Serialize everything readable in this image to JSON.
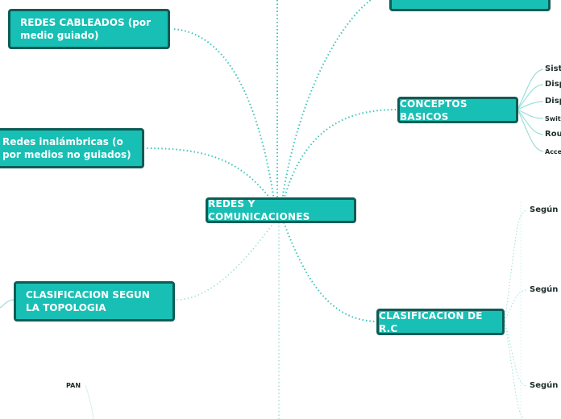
{
  "central": {
    "label": "REDES Y COMUNICACIONES"
  },
  "branches": {
    "wired": "REDES CABLEADOS (por medio guiado)",
    "wireless": "Redes inalámbricas (o por medios no guiados)",
    "topology": "CLASIFICACION SEGUN LA TOPOLOGIA",
    "basics": "CONCEPTOS BASICOS",
    "classification": "CLASIFICACION DE R.C"
  },
  "basics_items": [
    "Siste",
    "Disp",
    "Disp",
    "Swit",
    "Rou",
    "Acce"
  ],
  "classification_items": [
    "Según m",
    "Según e",
    "Según la"
  ],
  "topology_items": [
    "PAN"
  ],
  "colors": {
    "node_fill": "#18bfb4",
    "node_border": "#0d5c56",
    "link": "#3cc5bb",
    "link_light": "#9edfd9"
  }
}
